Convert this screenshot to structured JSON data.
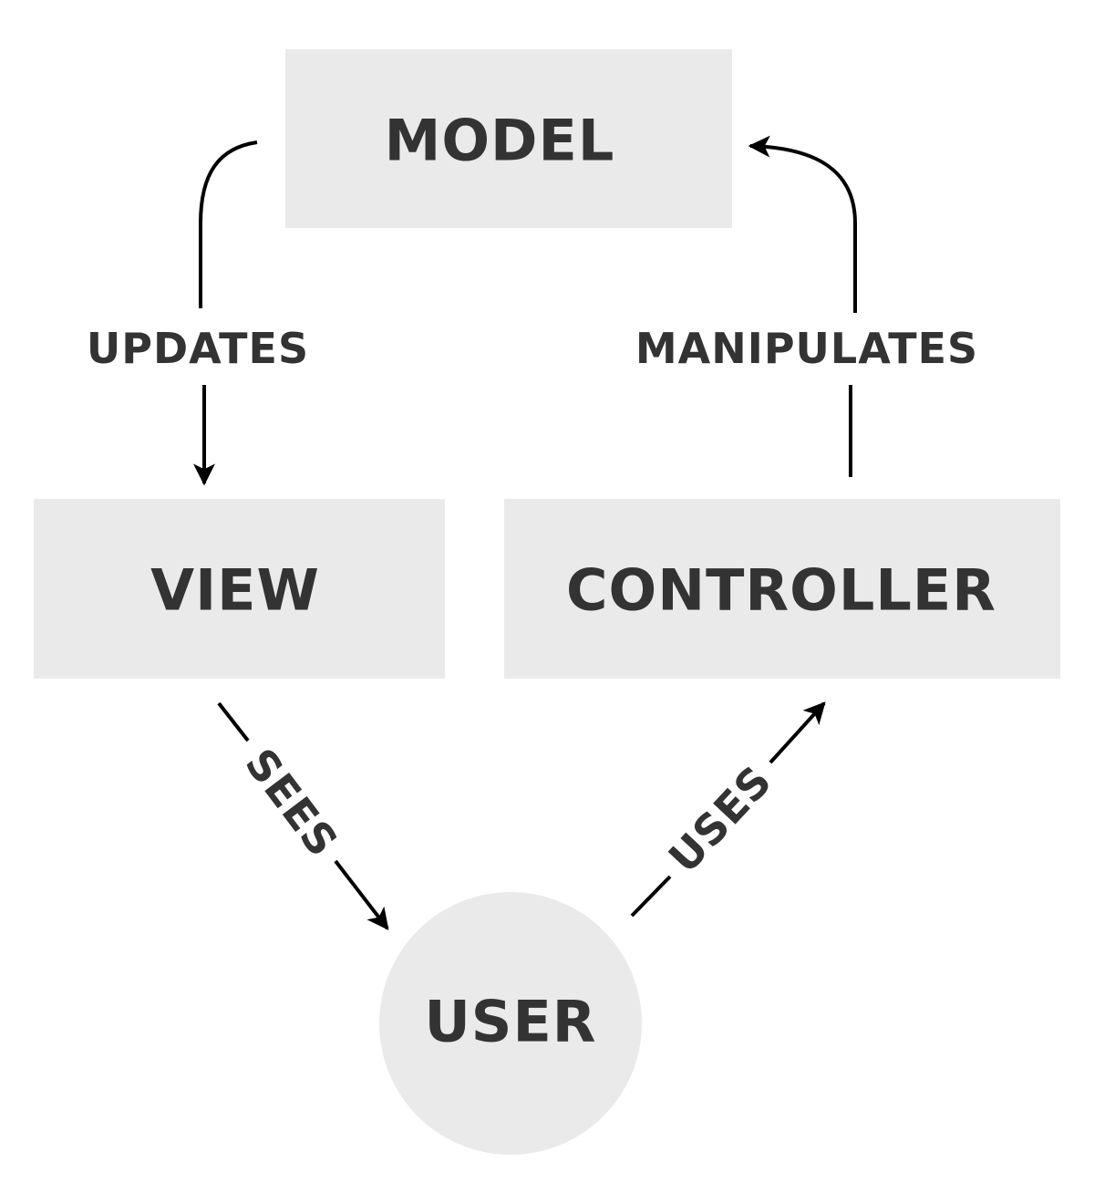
{
  "nodes": {
    "model": "MODEL",
    "view": "VIEW",
    "controller": "CONTROLLER",
    "user": "USER"
  },
  "edges": {
    "updates": "UPDATES",
    "manipulates": "MANIPULATES",
    "sees": "SEES",
    "uses": "USES"
  },
  "colors": {
    "node_fill": "#eaeaea",
    "text": "#333333",
    "edge": "#000000"
  }
}
